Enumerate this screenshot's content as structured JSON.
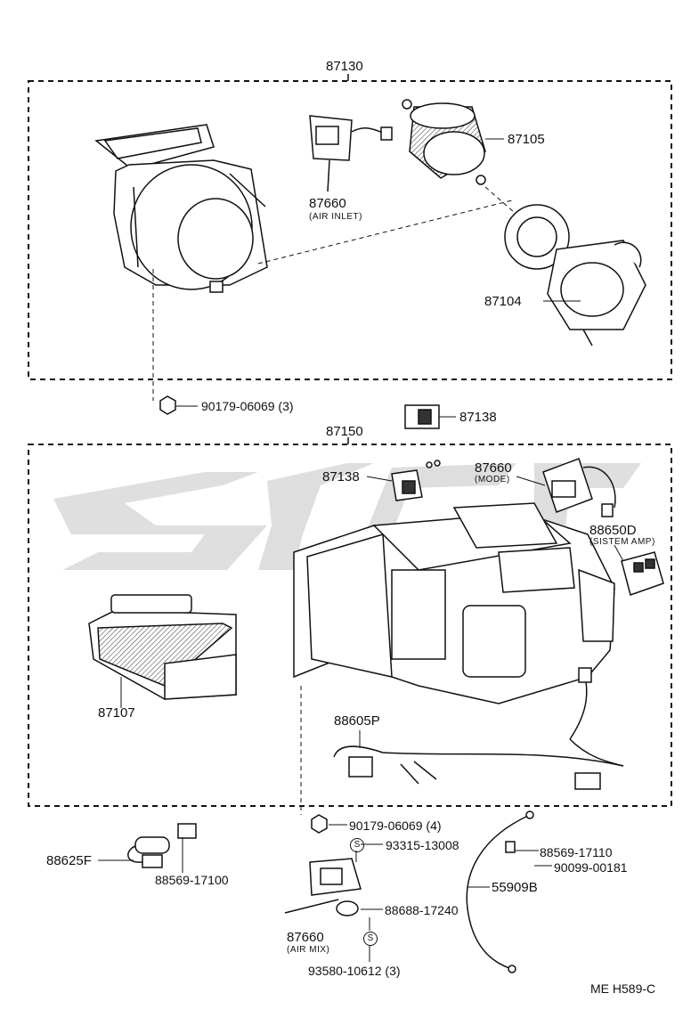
{
  "diagram": {
    "groups": {
      "upper": "87130",
      "lower": "87150"
    },
    "parts": {
      "p87105": "87105",
      "p87660_inlet": "87660",
      "p87660_inlet_note": "(AIR INLET)",
      "p87104": "87104",
      "p90179_3": "90179-06069 (3)",
      "p87138_top": "87138",
      "p87138": "87138",
      "p87660_mode": "87660",
      "p87660_mode_note": "(MODE)",
      "p88650d": "88650D",
      "p88650d_note": "(SISTEM AMP)",
      "p87107": "87107",
      "p88605p": "88605P",
      "p90179_4": "90179-06069 (4)",
      "p93315": "93315-13008",
      "p88569_17110": "88569-17110",
      "p90099": "90099-00181",
      "p55909b": "55909B",
      "p88625f": "88625F",
      "p88569_17100": "88569-17100",
      "p88688": "88688-17240",
      "p87660_airmix": "87660",
      "p87660_airmix_note": "(AIR MIX)",
      "p93580": "93580-10612 (3)",
      "s_mark": "S"
    },
    "footer_code": "ME  H589-C"
  }
}
